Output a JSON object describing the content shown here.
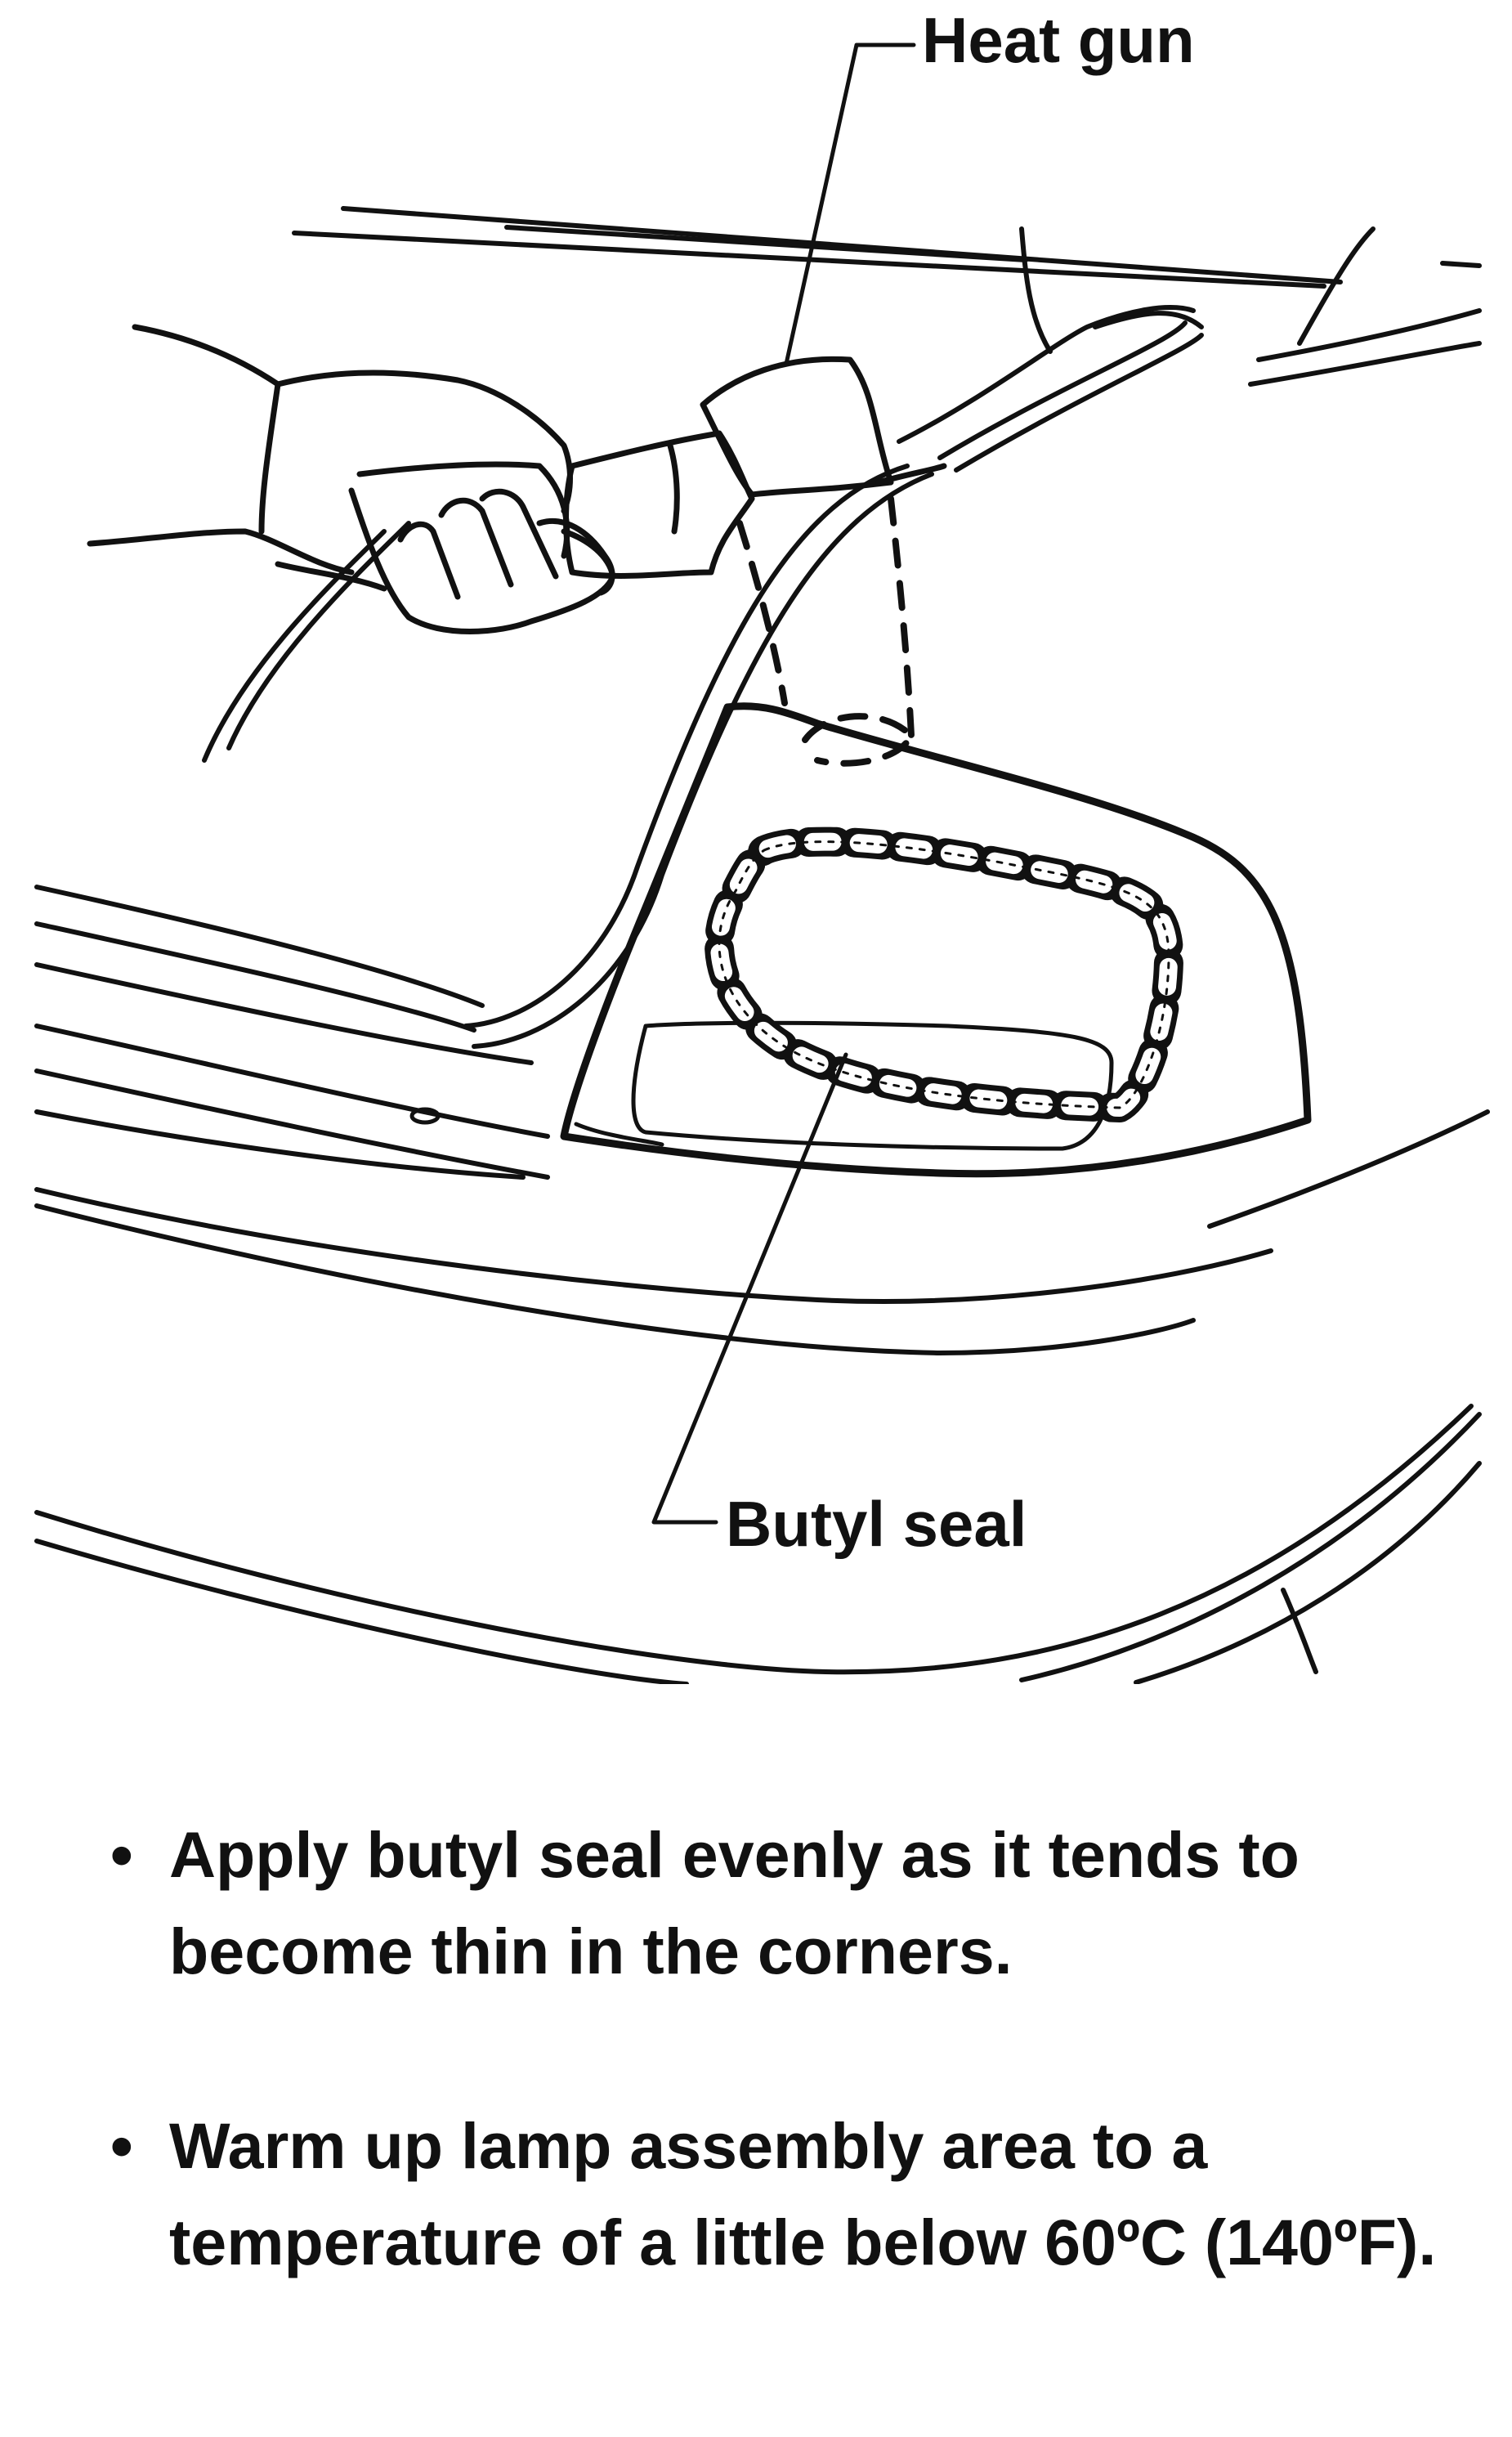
{
  "labels": {
    "heat_gun": "Heat gun",
    "butyl_seal": "Butyl seal"
  },
  "notes": [
    {
      "bullet": "•",
      "text": "Apply butyl seal evenly as it tends to become thin in the corners."
    },
    {
      "bullet": "•",
      "text": "Warm up lamp assembly area to a temperature of a little below 60ºC (140ºF)."
    }
  ],
  "colors": {
    "ink": "#111111",
    "background": "#ffffff"
  }
}
